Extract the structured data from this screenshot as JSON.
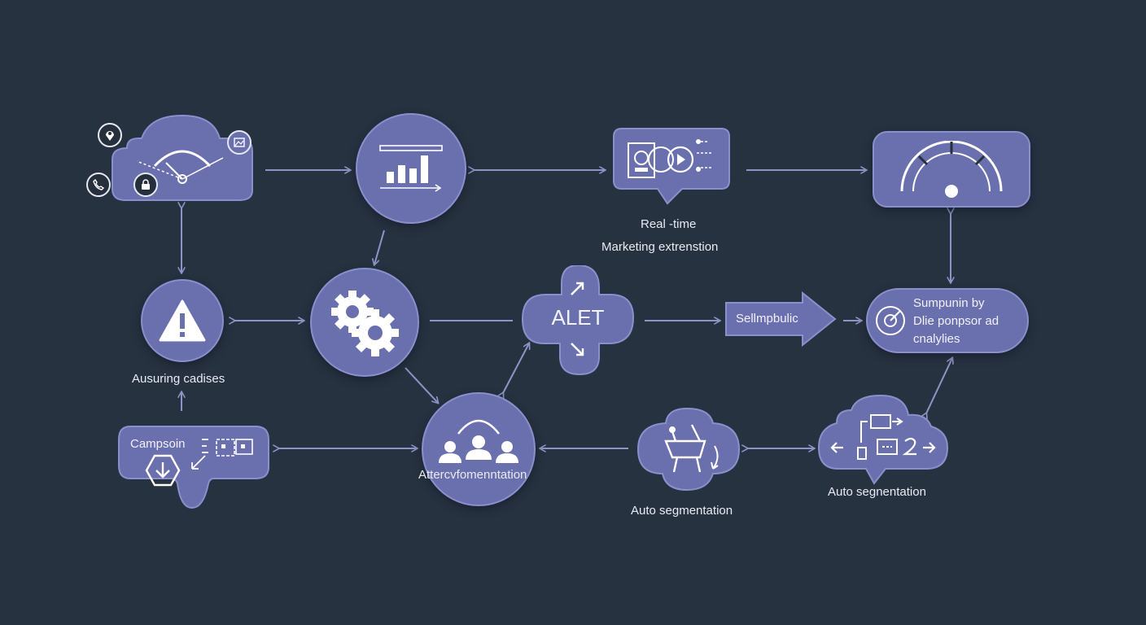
{
  "colors": {
    "background": "#273240",
    "node_fill": "#6a6fad",
    "node_border": "#8a90cc",
    "connector": "#8e95c6",
    "text": "#e8eaf4"
  },
  "nodes": {
    "dashboard": {
      "icon": "speedometer-icon",
      "badges": [
        "location-pin-icon",
        "phone-icon",
        "image-icon",
        "lock-icon"
      ]
    },
    "analytics": {
      "icon": "bar-chart-icon"
    },
    "realtime": {
      "icon": "media-player-icon",
      "caption_1": "Real -time",
      "caption_2": "Marketing extrenstion"
    },
    "gauge": {
      "icon": "gauge-icon"
    },
    "alert": {
      "icon": "warning-icon",
      "caption": "Ausuring cadises"
    },
    "settings": {
      "icon": "gears-icon"
    },
    "alet": {
      "label": "ALET"
    },
    "arrow_box": {
      "label": "Sellmpbulic"
    },
    "summary": {
      "line_1": "Sumpunin by",
      "line_2": "Dlie ponpsor ad",
      "line_3": "cnalylies",
      "icon": "target-icon"
    },
    "campaign": {
      "label": "Campsoin",
      "icon": "download-hexagon-icon"
    },
    "audience": {
      "icon": "people-icon",
      "label": "Attercvfomenntation"
    },
    "segment_mid": {
      "icon": "cart-icon",
      "caption": "Auto segmentation"
    },
    "segment_right": {
      "icon": "flow-icon",
      "caption": "Auto segnentation"
    }
  }
}
